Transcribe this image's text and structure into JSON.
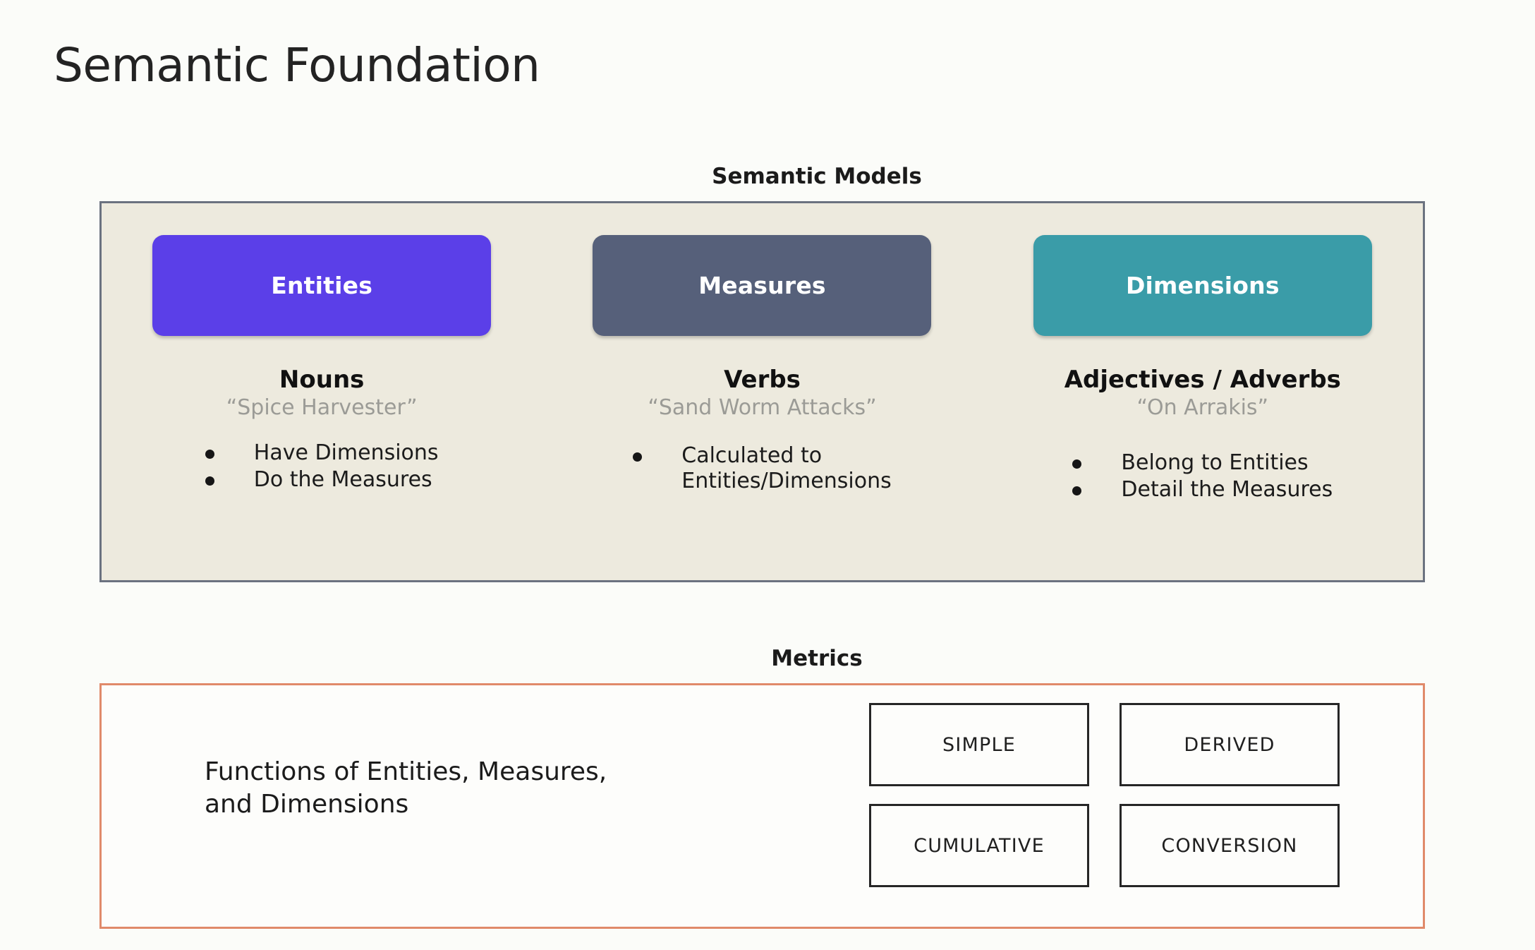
{
  "page": {
    "title": "Semantic Foundation",
    "background_color": "#FBFCF9"
  },
  "semantic_models": {
    "header": "Semantic Models",
    "panel_background": "#EDEADE",
    "panel_border_color": "#6B7280",
    "columns": [
      {
        "pill_label": "Entities",
        "pill_color": "#5B3FE8",
        "part_of_speech": "Nouns",
        "example": "“Spice Harvester”",
        "bullets": [
          "Have Dimensions",
          "Do the Measures"
        ]
      },
      {
        "pill_label": "Measures",
        "pill_color": "#56607A",
        "part_of_speech": "Verbs",
        "example": "“Sand Worm Attacks”",
        "bullets": [
          "Calculated to\nEntities/Dimensions"
        ]
      },
      {
        "pill_label": "Dimensions",
        "pill_color": "#3A9CA8",
        "part_of_speech": "Adjectives / Adverbs",
        "example": "“On Arrakis”",
        "bullets": [
          "Belong to Entities",
          "Detail the Measures"
        ]
      }
    ]
  },
  "metrics": {
    "header": "Metrics",
    "panel_border_color": "#E08A6A",
    "description": "Functions of Entities, Measures,\nand Dimensions",
    "types": [
      "SIMPLE",
      "DERIVED",
      "CUMULATIVE",
      "CONVERSION"
    ]
  }
}
